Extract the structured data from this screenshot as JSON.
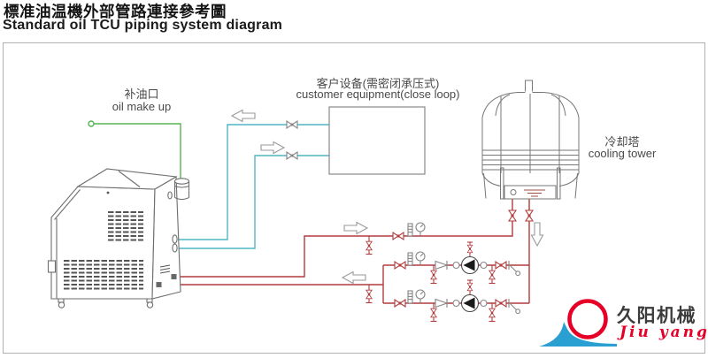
{
  "header": {
    "title_zh": "標准油温機外部管路連接參考圖",
    "title_en": "Standard oil TCU piping system diagram"
  },
  "labels": {
    "oil_makeup_zh": "补油口",
    "oil_makeup_en": "oil make up",
    "customer_zh": "客户设备(需密闭承压式)",
    "customer_en": "customer equipment(close loop)",
    "cooling_tower_zh": "冷却塔",
    "cooling_tower_en": "cooling tower"
  },
  "logo": {
    "company_zh": "久阳机械",
    "company_en": "Jiu yang"
  },
  "colors": {
    "hot_pipe": "#b23b3e",
    "cool_pipe": "#4fb6c5",
    "oil_fill_pipe": "#57b457",
    "drawing_outline": "#6e6e6e",
    "logo_red": "#e60027",
    "logo_blue": "#2aa0d2"
  }
}
